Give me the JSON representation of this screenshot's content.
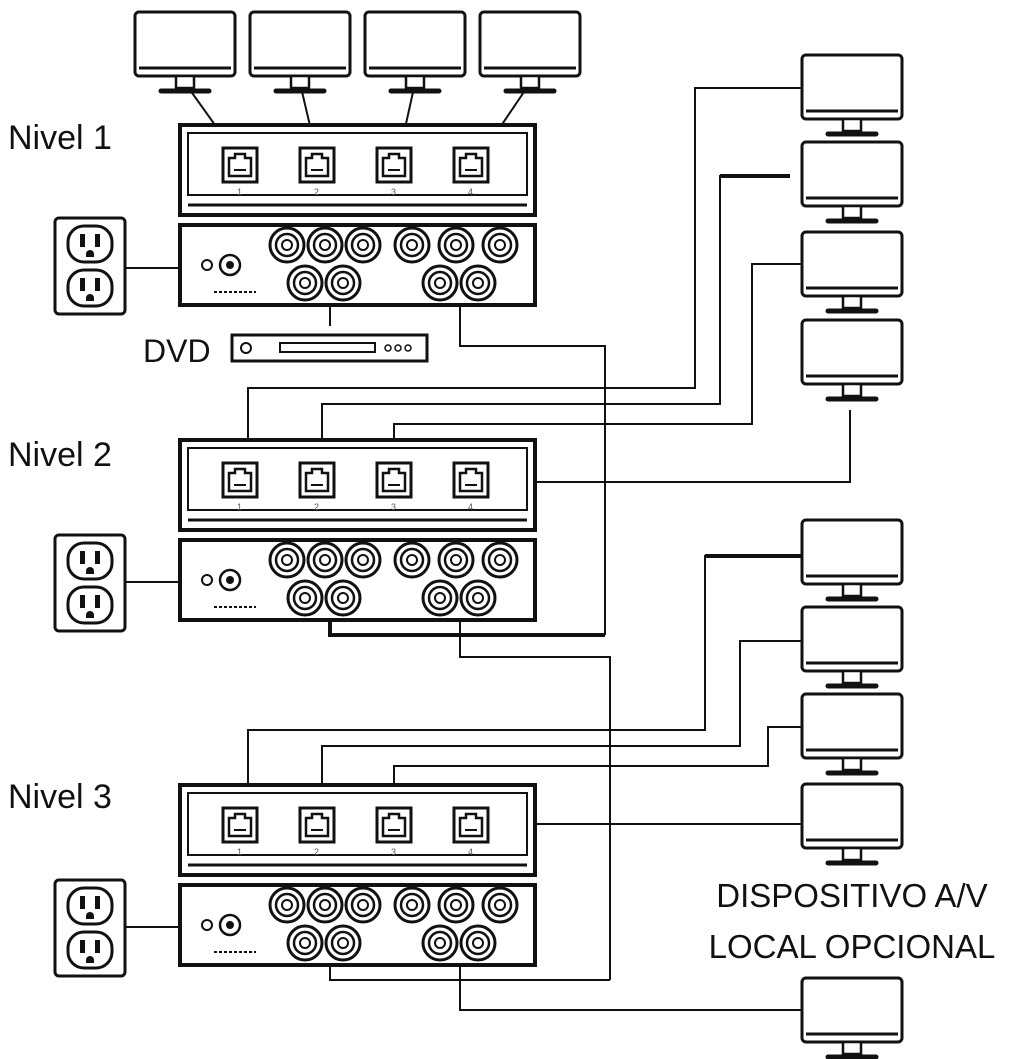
{
  "levels": [
    {
      "label": "Nivel 1"
    },
    {
      "label": "Nivel 2"
    },
    {
      "label": "Nivel 3"
    }
  ],
  "switch_port_labels": [
    "1",
    "2",
    "3",
    "4"
  ],
  "dvd_label": "DVD",
  "optional_device_label": {
    "line1": "DISPOSITIVO A/V",
    "line2": "LOCAL OPCIONAL"
  },
  "colors": {
    "stroke": "#111111",
    "device_face": "#ffffff",
    "screen_fill": "#ffffff"
  },
  "icons": [
    "monitor-icon",
    "ethernet-switch",
    "rj45-port-icon",
    "video-hub",
    "power-outlet-icon",
    "dvd-player-icon"
  ]
}
